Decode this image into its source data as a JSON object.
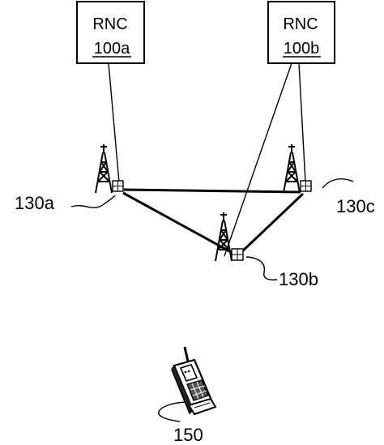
{
  "rnc_nodes": [
    {
      "id": "rnc-a",
      "title": "RNC",
      "ref": "100a"
    },
    {
      "id": "rnc-b",
      "title": "RNC",
      "ref": "100b"
    }
  ],
  "base_stations": [
    {
      "id": "bs-a",
      "ref": "130a"
    },
    {
      "id": "bs-b",
      "ref": "130b"
    },
    {
      "id": "bs-c",
      "ref": "130c"
    }
  ],
  "mobile": {
    "ref": "150"
  },
  "icons": [
    "radio-tower-icon",
    "mobile-phone-icon"
  ]
}
